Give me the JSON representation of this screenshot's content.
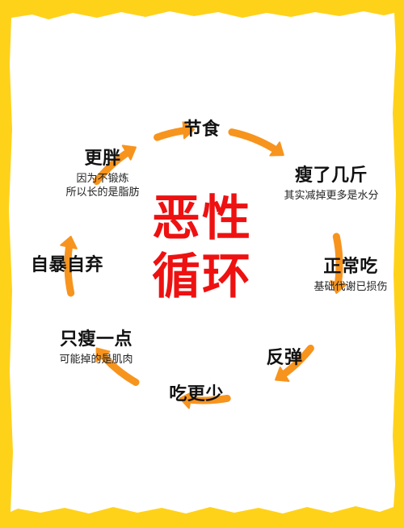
{
  "center": {
    "line1": "恶性",
    "line2": "循环"
  },
  "nodes": {
    "diet": {
      "title": "节食"
    },
    "lose": {
      "title": "瘦了几斤",
      "sub": "其实减掉更多是水分"
    },
    "eat_normal": {
      "title": "正常吃",
      "sub": "基础代谢已损伤"
    },
    "rebound": {
      "title": "反弹"
    },
    "eat_less": {
      "title": "吃更少"
    },
    "only_thin": {
      "title": "只瘦一点",
      "sub": "可能掉的是肌肉"
    },
    "give_up": {
      "title": "自暴自弃"
    },
    "fatter": {
      "title": "更胖",
      "sub1": "因为不锻炼",
      "sub2": "所以长的是脂肪"
    }
  },
  "colors": {
    "background": "#ffd21a",
    "paper": "#ffffff",
    "arrow": "#f7941d",
    "center_text": "#ee1111"
  }
}
